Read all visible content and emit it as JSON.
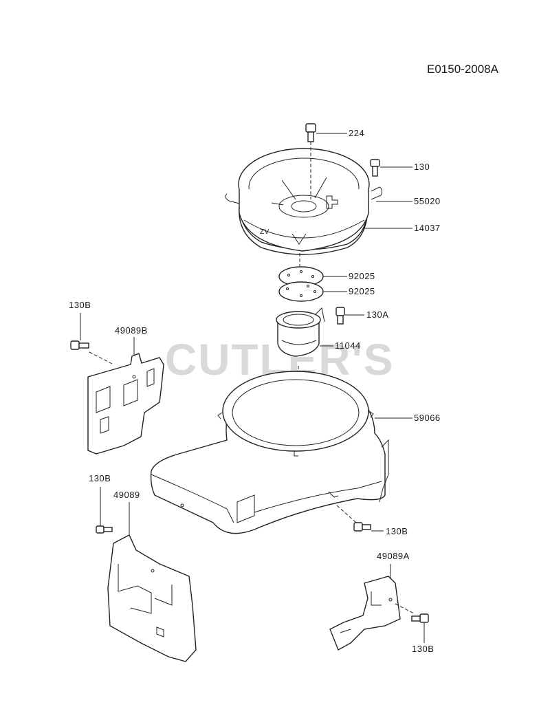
{
  "diagram": {
    "code": "E0150-2008A",
    "watermark": "CUTLER'S",
    "labels": {
      "p224": "224",
      "p130": "130",
      "p55020": "55020",
      "p14037": "14037",
      "p92025a": "92025",
      "p92025b": "92025",
      "p130a": "130A",
      "p11044": "11044",
      "p59066": "59066",
      "p130b_left": "130B",
      "p49089b": "49089B",
      "p130b_bottom_left": "130B",
      "p49089": "49089",
      "p130b_mid": "130B",
      "p49089a": "49089A",
      "p130b_right": "130B"
    }
  }
}
